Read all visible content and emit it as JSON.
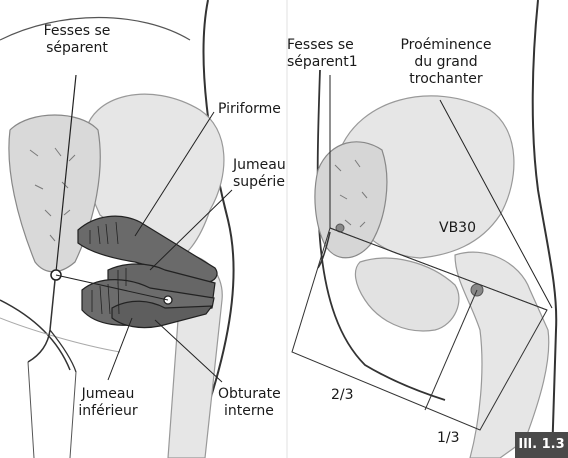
{
  "left_panel": {
    "fesses": [
      "Fesses se",
      "séparent"
    ],
    "piriforme": "Piriforme",
    "jumeau_sup": [
      "Jumeau",
      "supérie"
    ],
    "jumeau_inf": [
      "Jumeau",
      "inférieur"
    ],
    "obturateur": [
      "Obturate",
      "interne"
    ]
  },
  "right_panel": {
    "fesses": [
      "Fesses se",
      "séparent1"
    ],
    "proeminence": [
      "Proéminence",
      "du grand",
      "trochanter"
    ],
    "point": "VB30",
    "two_thirds": "2/3",
    "one_third": "1/3"
  },
  "figure_tag": "Ill. 1.3"
}
